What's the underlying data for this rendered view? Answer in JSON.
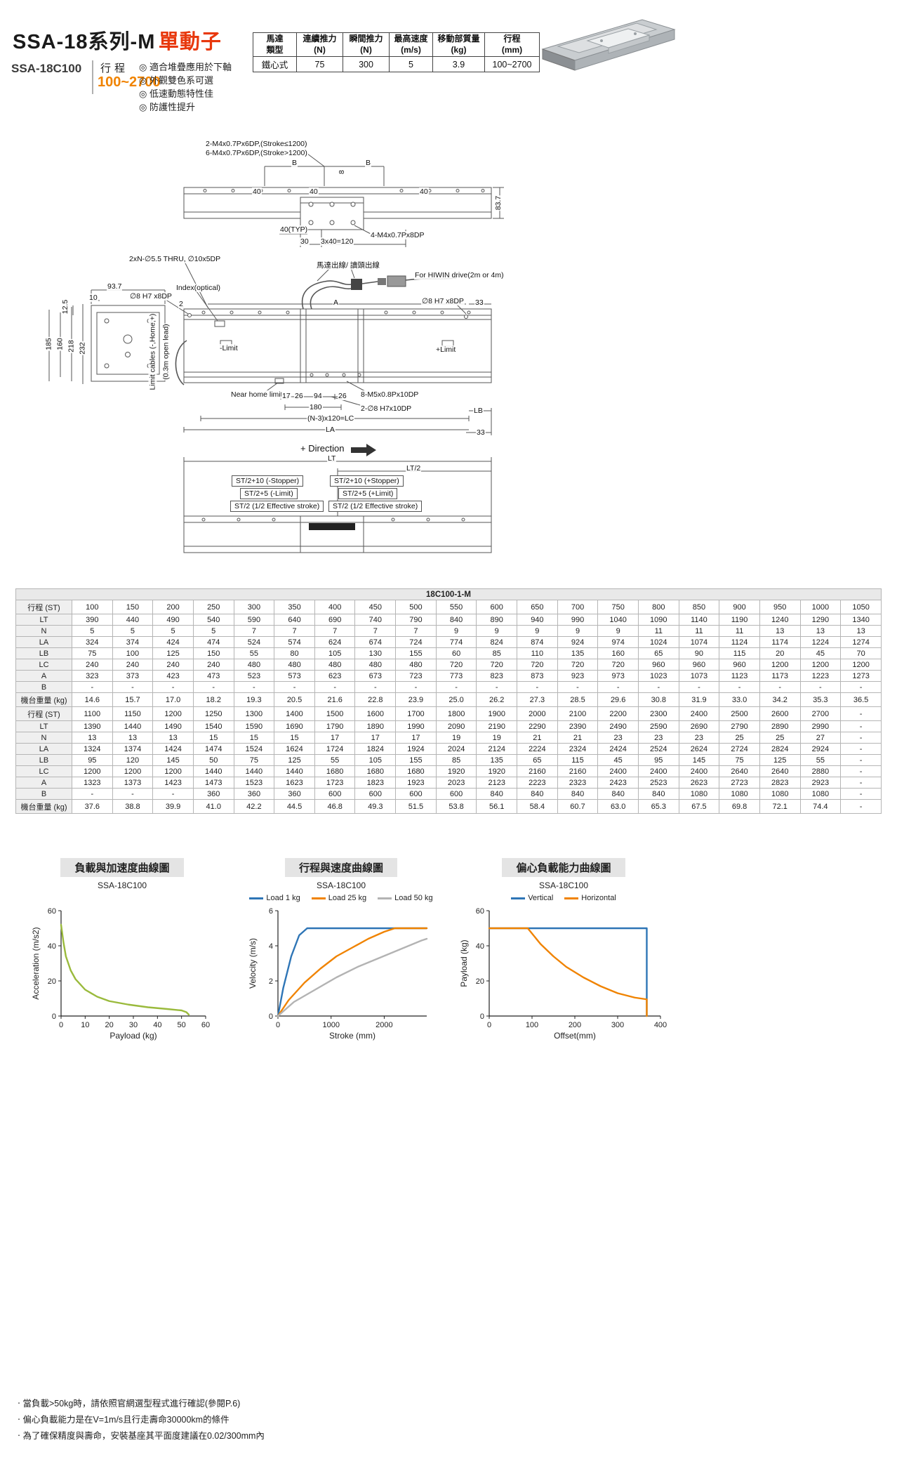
{
  "header": {
    "title_black": "SSA-18系列-M",
    "title_red": "單動子",
    "model": "SSA-18C100",
    "stroke_label": "行程",
    "stroke_range": "100~2700",
    "features": [
      "◎ 適合堆疊應用於下軸",
      "◎ 外觀雙色系可選",
      "◎ 低速動態特性佳",
      "◎ 防護性提升"
    ]
  },
  "spec_table": {
    "columns": [
      {
        "l1": "馬達",
        "l2": "類型"
      },
      {
        "l1": "連續推力",
        "l2": "(N)"
      },
      {
        "l1": "瞬間推力",
        "l2": "(N)"
      },
      {
        "l1": "最高速度",
        "l2": "(m/s)"
      },
      {
        "l1": "移動部質量",
        "l2": "(kg)"
      },
      {
        "l1": "行程",
        "l2": "(mm)"
      }
    ],
    "row": [
      "鐵心式",
      "75",
      "300",
      "5",
      "3.9",
      "100~2700"
    ]
  },
  "drawings": {
    "d1": {
      "note_top1": "2-M4x0.7Px6DP,(Stroke≤1200)",
      "note_top2": "6-M4x0.7Px6DP,(Stroke>1200)",
      "dim_b1": "B",
      "dim_b2": "B",
      "dim_40a": "40",
      "dim_40b": "40",
      "dim_40c": "40",
      "dim_8": "8",
      "dim_83_7": "83.7",
      "dim_40typ": "40(TYP)",
      "dim_30": "30",
      "dim_3x40": "3x40=120",
      "note_4m4": "4-M4x0.7Px8DP"
    },
    "d2": {
      "note_2xn": "2xN-∅5.5 THRU, ∅10x5DP",
      "note_motor": "馬達出線/ 讀頭出線",
      "note_hiwin": "For HIWIN drive(2m or 4m)",
      "note_index": "Index(optical)",
      "dim_93_7": "93.7",
      "dim_10": "10",
      "dim_12_5": "12.5",
      "note_d8_left": "∅8 H7 x8DP",
      "note_d8_right": "∅8 H7 x8DP",
      "dim_2": "2",
      "dim_a": "A",
      "dim_33_right": "33",
      "dim_185": "185",
      "dim_160": "160",
      "dim_218": "218",
      "dim_232": "232",
      "lbl_neg_limit": "-Limit",
      "lbl_pos_limit": "+Limit",
      "note_cables1": "Limit cables (-,Home,+)",
      "note_cables2": "(0.3m open lead)",
      "lbl_near_home": "Near home limit",
      "dim_17": "17",
      "dim_26a": "26",
      "dim_94": "94",
      "dim_26b": "26",
      "note_8m5": "8-M5x0.8Px10DP",
      "dim_180": "180",
      "note_2d8": "2-∅8 H7x10DP",
      "dim_lc": "(N-3)x120=LC",
      "dim_la": "LA",
      "dim_lb": "LB",
      "dim_33_bottom": "33"
    },
    "d3": {
      "direction": "+ Direction",
      "dim_lt": "LT",
      "dim_lt2": "LT/2",
      "stopper_left": "ST/2+10 (-Stopper)",
      "stopper_right": "ST/2+10 (+Stopper)",
      "limit_left": "ST/2+5 (-Limit)",
      "limit_right": "ST/2+5 (+Limit)",
      "stroke_left": "ST/2 (1/2 Effective stroke)",
      "stroke_right": "ST/2 (1/2 Effective stroke)"
    }
  },
  "dim_table": {
    "title": "18C100-1-M",
    "row_labels": [
      "行程 (ST)",
      "LT",
      "N",
      "LA",
      "LB",
      "LC",
      "A",
      "B",
      "機台重量 (kg)"
    ],
    "blocks": [
      [
        [
          "100",
          "150",
          "200",
          "250",
          "300",
          "350",
          "400",
          "450",
          "500",
          "550",
          "600",
          "650",
          "700",
          "750",
          "800",
          "850",
          "900",
          "950",
          "1000",
          "1050"
        ],
        [
          "390",
          "440",
          "490",
          "540",
          "590",
          "640",
          "690",
          "740",
          "790",
          "840",
          "890",
          "940",
          "990",
          "1040",
          "1090",
          "1140",
          "1190",
          "1240",
          "1290",
          "1340"
        ],
        [
          "5",
          "5",
          "5",
          "5",
          "7",
          "7",
          "7",
          "7",
          "7",
          "9",
          "9",
          "9",
          "9",
          "9",
          "11",
          "11",
          "11",
          "13",
          "13",
          "13"
        ],
        [
          "324",
          "374",
          "424",
          "474",
          "524",
          "574",
          "624",
          "674",
          "724",
          "774",
          "824",
          "874",
          "924",
          "974",
          "1024",
          "1074",
          "1124",
          "1174",
          "1224",
          "1274"
        ],
        [
          "75",
          "100",
          "125",
          "150",
          "55",
          "80",
          "105",
          "130",
          "155",
          "60",
          "85",
          "110",
          "135",
          "160",
          "65",
          "90",
          "115",
          "20",
          "45",
          "70"
        ],
        [
          "240",
          "240",
          "240",
          "240",
          "480",
          "480",
          "480",
          "480",
          "480",
          "720",
          "720",
          "720",
          "720",
          "720",
          "960",
          "960",
          "960",
          "1200",
          "1200",
          "1200"
        ],
        [
          "323",
          "373",
          "423",
          "473",
          "523",
          "573",
          "623",
          "673",
          "723",
          "773",
          "823",
          "873",
          "923",
          "973",
          "1023",
          "1073",
          "1123",
          "1173",
          "1223",
          "1273"
        ],
        [
          "-",
          "-",
          "-",
          "-",
          "-",
          "-",
          "-",
          "-",
          "-",
          "-",
          "-",
          "-",
          "-",
          "-",
          "-",
          "-",
          "-",
          "-",
          "-",
          "-"
        ],
        [
          "14.6",
          "15.7",
          "17.0",
          "18.2",
          "19.3",
          "20.5",
          "21.6",
          "22.8",
          "23.9",
          "25.0",
          "26.2",
          "27.3",
          "28.5",
          "29.6",
          "30.8",
          "31.9",
          "33.0",
          "34.2",
          "35.3",
          "36.5"
        ]
      ],
      [
        [
          "1100",
          "1150",
          "1200",
          "1250",
          "1300",
          "1400",
          "1500",
          "1600",
          "1700",
          "1800",
          "1900",
          "2000",
          "2100",
          "2200",
          "2300",
          "2400",
          "2500",
          "2600",
          "2700",
          "-"
        ],
        [
          "1390",
          "1440",
          "1490",
          "1540",
          "1590",
          "1690",
          "1790",
          "1890",
          "1990",
          "2090",
          "2190",
          "2290",
          "2390",
          "2490",
          "2590",
          "2690",
          "2790",
          "2890",
          "2990",
          "-"
        ],
        [
          "13",
          "13",
          "13",
          "15",
          "15",
          "15",
          "17",
          "17",
          "17",
          "19",
          "19",
          "21",
          "21",
          "23",
          "23",
          "23",
          "25",
          "25",
          "27",
          "-"
        ],
        [
          "1324",
          "1374",
          "1424",
          "1474",
          "1524",
          "1624",
          "1724",
          "1824",
          "1924",
          "2024",
          "2124",
          "2224",
          "2324",
          "2424",
          "2524",
          "2624",
          "2724",
          "2824",
          "2924",
          "-"
        ],
        [
          "95",
          "120",
          "145",
          "50",
          "75",
          "125",
          "55",
          "105",
          "155",
          "85",
          "135",
          "65",
          "115",
          "45",
          "95",
          "145",
          "75",
          "125",
          "55",
          "-"
        ],
        [
          "1200",
          "1200",
          "1200",
          "1440",
          "1440",
          "1440",
          "1680",
          "1680",
          "1680",
          "1920",
          "1920",
          "2160",
          "2160",
          "2400",
          "2400",
          "2400",
          "2640",
          "2640",
          "2880",
          "-"
        ],
        [
          "1323",
          "1373",
          "1423",
          "1473",
          "1523",
          "1623",
          "1723",
          "1823",
          "1923",
          "2023",
          "2123",
          "2223",
          "2323",
          "2423",
          "2523",
          "2623",
          "2723",
          "2823",
          "2923",
          "-"
        ],
        [
          "-",
          "-",
          "-",
          "360",
          "360",
          "360",
          "600",
          "600",
          "600",
          "600",
          "840",
          "840",
          "840",
          "840",
          "840",
          "1080",
          "1080",
          "1080",
          "1080",
          "-"
        ],
        [
          "37.6",
          "38.8",
          "39.9",
          "41.0",
          "42.2",
          "44.5",
          "46.8",
          "49.3",
          "51.5",
          "53.8",
          "56.1",
          "58.4",
          "60.7",
          "63.0",
          "65.3",
          "67.5",
          "69.8",
          "72.1",
          "74.4",
          "-"
        ]
      ]
    ]
  },
  "charts": [
    {
      "type": "line",
      "title": "負載與加速度曲線圖",
      "subtitle": "SSA-18C100",
      "xlabel": "Payload (kg)",
      "ylabel": "Acceleration (m/s2)",
      "xlim": [
        0,
        60
      ],
      "ylim": [
        0,
        60
      ],
      "xticks": [
        0,
        10,
        20,
        30,
        40,
        50,
        60
      ],
      "yticks": [
        0,
        20,
        40,
        60
      ],
      "series": [
        {
          "name": "",
          "color": "#9aba3c",
          "points": [
            [
              0,
              52
            ],
            [
              1,
              42
            ],
            [
              2,
              34
            ],
            [
              4,
              26
            ],
            [
              6,
              21
            ],
            [
              10,
              15
            ],
            [
              15,
              11
            ],
            [
              20,
              8.5
            ],
            [
              28,
              6.5
            ],
            [
              36,
              5
            ],
            [
              44,
              4
            ],
            [
              50,
              3.2
            ],
            [
              52,
              2.2
            ],
            [
              53,
              0.8
            ]
          ]
        }
      ]
    },
    {
      "type": "line",
      "title": "行程與速度曲線圖",
      "subtitle": "SSA-18C100",
      "xlabel": "Stroke (mm)",
      "ylabel": "Velocity (m/s)",
      "xlim": [
        0,
        2800
      ],
      "ylim": [
        0,
        6
      ],
      "xticks": [
        0,
        1000,
        2000
      ],
      "yticks": [
        0,
        2,
        4,
        6
      ],
      "series": [
        {
          "name": "Load 1 kg",
          "color": "#2e75b6",
          "points": [
            [
              0,
              0
            ],
            [
              100,
              1.6
            ],
            [
              250,
              3.4
            ],
            [
              400,
              4.6
            ],
            [
              550,
              5
            ],
            [
              2800,
              5
            ]
          ]
        },
        {
          "name": "Load 25 kg",
          "color": "#f08300",
          "points": [
            [
              0,
              0
            ],
            [
              200,
              0.9
            ],
            [
              500,
              1.9
            ],
            [
              800,
              2.7
            ],
            [
              1100,
              3.4
            ],
            [
              1400,
              3.9
            ],
            [
              1700,
              4.4
            ],
            [
              2000,
              4.8
            ],
            [
              2200,
              5
            ],
            [
              2800,
              5
            ]
          ]
        },
        {
          "name": "Load 50 kg",
          "color": "#b3b3b3",
          "points": [
            [
              0,
              0
            ],
            [
              300,
              0.8
            ],
            [
              700,
              1.5
            ],
            [
              1100,
              2.2
            ],
            [
              1500,
              2.8
            ],
            [
              1900,
              3.3
            ],
            [
              2300,
              3.8
            ],
            [
              2700,
              4.3
            ],
            [
              2800,
              4.4
            ]
          ]
        }
      ]
    },
    {
      "type": "line",
      "title": "偏心負載能力曲線圖",
      "subtitle": "SSA-18C100",
      "xlabel": "Offset(mm)",
      "ylabel": "Payload (kg)",
      "xlim": [
        0,
        400
      ],
      "ylim": [
        0,
        60
      ],
      "xticks": [
        0,
        100,
        200,
        300,
        400
      ],
      "yticks": [
        0,
        20,
        40,
        60
      ],
      "series": [
        {
          "name": "Vertical",
          "color": "#2e75b6",
          "points": [
            [
              0,
              50
            ],
            [
              368,
              50
            ],
            [
              368,
              0
            ]
          ]
        },
        {
          "name": "Horizontal",
          "color": "#f08300",
          "points": [
            [
              0,
              50
            ],
            [
              90,
              50
            ],
            [
              120,
              41
            ],
            [
              150,
              34
            ],
            [
              180,
              28
            ],
            [
              220,
              22
            ],
            [
              260,
              17
            ],
            [
              300,
              13
            ],
            [
              340,
              10.5
            ],
            [
              368,
              9.5
            ],
            [
              368,
              0
            ]
          ]
        }
      ]
    }
  ],
  "notes": [
    "‧ 當負載>50kg時，請依照官網選型程式進行確認(參閱P.6)",
    "‧ 偏心負載能力是在V=1m/s且行走壽命30000km的條件",
    "‧ 為了確保精度與壽命，安裝基座其平面度建議在0.02/300mm內"
  ],
  "colors": {
    "accent_red": "#e8380d",
    "accent_orange": "#f08300",
    "chart_green": "#9aba3c",
    "chart_blue": "#2e75b6",
    "chart_orange": "#f08300",
    "chart_gray": "#b3b3b3"
  }
}
